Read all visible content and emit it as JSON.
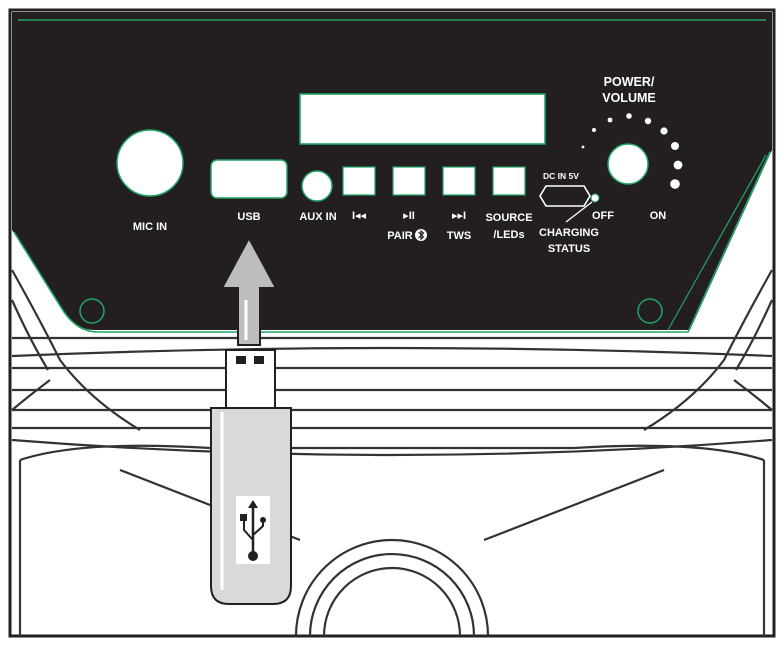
{
  "colors": {
    "panel": "#231f20",
    "accent": "#1fa464",
    "outline": "#333333",
    "knob": "#ffffff"
  },
  "labels": {
    "mic_in": "MIC IN",
    "usb": "USB",
    "aux_in": "AUX IN",
    "prev": "I◂◂",
    "play_pause": "▸II",
    "pair": "PAIR",
    "next": "▸▸I",
    "tws": "TWS",
    "source_line1": "SOURCE",
    "source_line2": "/LEDs",
    "dc_in": "DC IN 5V",
    "charging_line1": "CHARGING",
    "charging_line2": "STATUS",
    "power_line1": "POWER/",
    "power_line2": "VOLUME",
    "off": "OFF",
    "on": "ON"
  },
  "icons": {
    "bluetooth": "bluetooth-icon",
    "usb_symbol": "usb-trident-icon",
    "insert_arrow": "arrow-up-icon"
  }
}
